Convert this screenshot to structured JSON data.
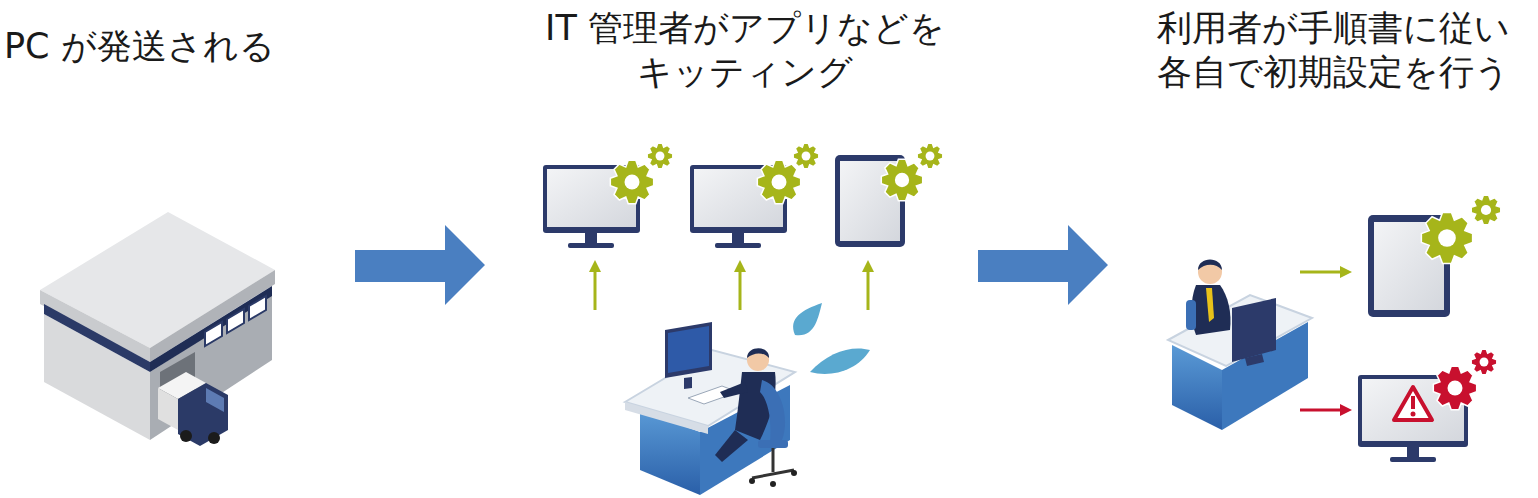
{
  "diagram": {
    "labels": [
      "PC が発送される",
      "IT 管理者がアプリなどを キッティング",
      "利用者が手順書に従い 各自で初期設定を行う"
    ]
  }
}
